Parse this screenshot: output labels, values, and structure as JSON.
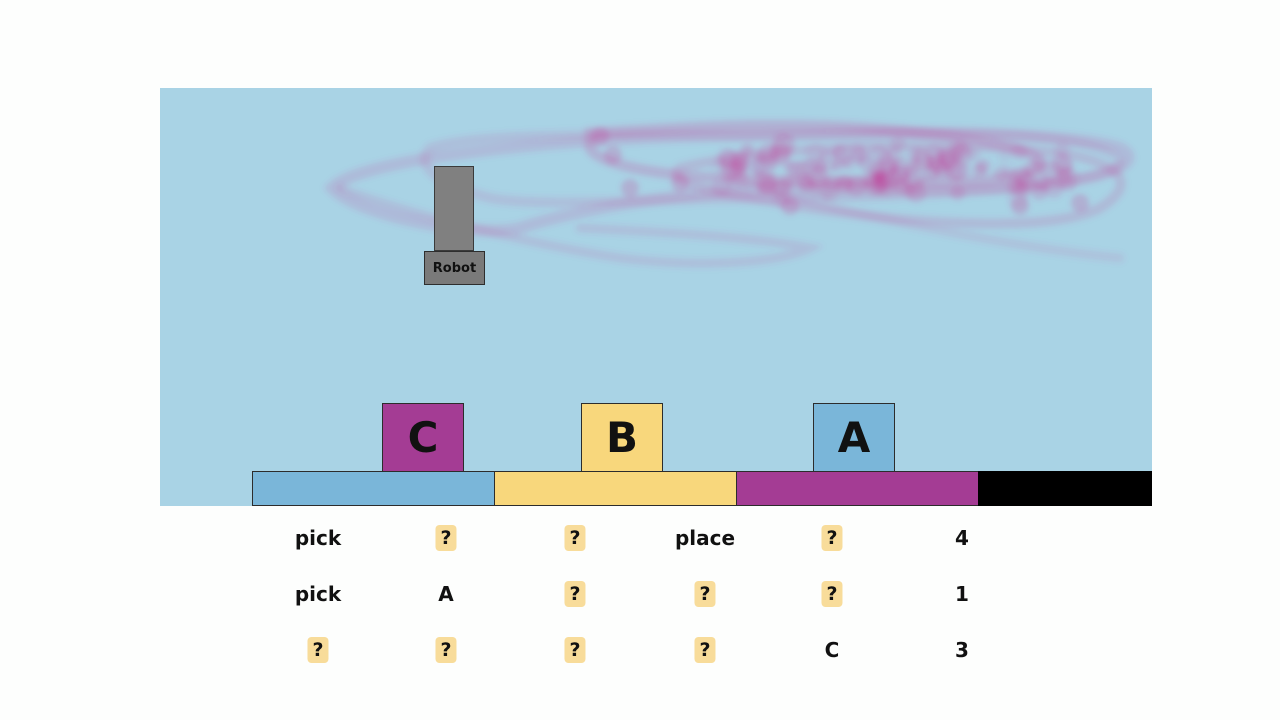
{
  "robot": {
    "label": "Robot"
  },
  "blocks": [
    {
      "id": "C",
      "color": "#a43c94"
    },
    {
      "id": "B",
      "color": "#f8d77c"
    },
    {
      "id": "A",
      "color": "#7ab6d9"
    }
  ],
  "pads": [
    {
      "color": "#7ab6d9"
    },
    {
      "color": "#f8d77c"
    },
    {
      "color": "#a43c94"
    },
    {
      "color": "#000000"
    }
  ],
  "trail_color": "#c2449c",
  "program": {
    "rows": [
      [
        "pick",
        "?",
        "?",
        "place",
        "?",
        "4"
      ],
      [
        "pick",
        "A",
        "?",
        "?",
        "?",
        "1"
      ],
      [
        "?",
        "?",
        "?",
        "?",
        "C",
        "3"
      ]
    ]
  }
}
